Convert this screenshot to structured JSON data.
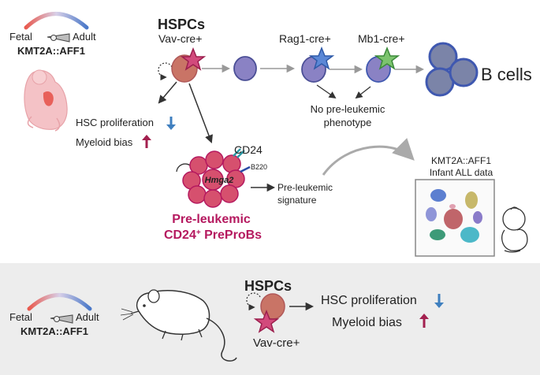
{
  "top": {
    "stage": {
      "fetal": "Fetal",
      "adult": "Adult"
    },
    "model_label": "KMT2A::AFF1",
    "hspcs_title": "HSPCs",
    "vav_cre": "Vav-cre+",
    "rag1_cre": "Rag1-cre+",
    "mb1_cre": "Mb1-cre+",
    "b_cells": "B cells",
    "no_phenotype_1": "No pre-leukemic",
    "no_phenotype_2": "phenotype",
    "hsc_proliferation": "HSC proliferation",
    "myeloid_bias": "Myeloid bias",
    "cd24": "CD24",
    "b220": "B220",
    "hmga2": "Hmga2",
    "pre_leukemic_signature_1": "Pre-leukemic",
    "pre_leukemic_signature_2": "signature",
    "cluster_title_1": "KMT2A::AFF1",
    "cluster_title_2": "Infant ALL data",
    "preleukemic_title": "Pre-leukemic",
    "preleukemic_subtitle_base": "CD24",
    "preleukemic_subtitle_sup": "+",
    "preleukemic_subtitle_end": " PreProBs"
  },
  "bottom": {
    "stage": {
      "fetal": "Fetal",
      "adult": "Adult"
    },
    "model_label": "KMT2A::AFF1",
    "hspcs_title": "HSPCs",
    "vav_cre": "Vav-cre+",
    "hsc_proliferation": "HSC proliferation",
    "myeloid_bias": "Myeloid bias"
  },
  "colors": {
    "down_arrow": "#3f7fbf",
    "up_arrow": "#a3204f",
    "preleukemic": "#b5195f",
    "hspc_cell": "#c97466",
    "progenitor_cell": "#8a82c4",
    "b_cell": "#7b84a8",
    "b_cell_border": "#3f58b0",
    "star_pink": "#d24a7c",
    "star_blue": "#5b88d6",
    "star_green": "#7cc46e"
  }
}
